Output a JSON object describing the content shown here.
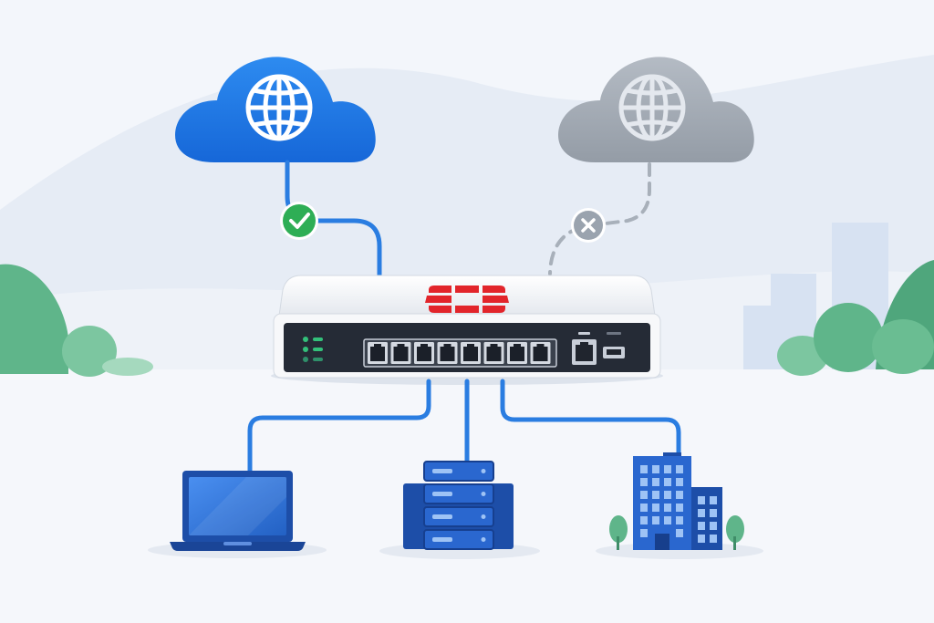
{
  "diagram": {
    "clouds": [
      {
        "id": "primary-internet",
        "status": "connected",
        "color": "#1a73e8",
        "icon": "globe-icon",
        "badge": "check-icon"
      },
      {
        "id": "backup-internet",
        "status": "disconnected",
        "color": "#9aa3ae",
        "icon": "globe-icon",
        "badge": "x-icon"
      }
    ],
    "gateway": {
      "icon": "fortinet-logo",
      "lan_ports": 8,
      "wan_ports": 1,
      "usb_ports": 1,
      "status_leds": 3,
      "logo_color": "#e2252b",
      "led_color": "#33c07a"
    },
    "endpoints": [
      {
        "id": "laptop",
        "icon": "laptop-icon"
      },
      {
        "id": "server",
        "icon": "server-icon"
      },
      {
        "id": "office-building",
        "icon": "office-building-icon"
      }
    ],
    "colors": {
      "link": "#2a7de1",
      "success": "#2eae55",
      "inactive": "#9aa3ae",
      "device_blue": "#2361c4",
      "foliage": "#5fb58a"
    }
  }
}
